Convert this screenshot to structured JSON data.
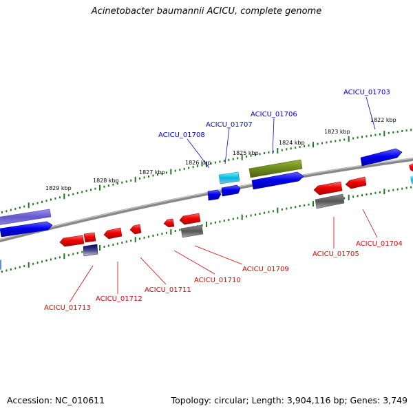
{
  "title": "Acinetobacter baumannii ACICU, complete genome",
  "footer": {
    "accession": "Accession: NC_010611",
    "topology": "Topology: circular; Length: 3,904,116 bp; Genes: 3,749"
  },
  "colors": {
    "backbone": "#7a7a7a",
    "tick": "#1a7a1a",
    "forward_label": "#0000cc",
    "reverse_label": "#dd0000"
  },
  "ticks": [
    {
      "label": "1829 kbp",
      "kbp": 1829
    },
    {
      "label": "1828 kbp",
      "kbp": 1828
    },
    {
      "label": "1827 kbp",
      "kbp": 1827
    },
    {
      "label": "1826 kbp",
      "kbp": 1826
    },
    {
      "label": "1825 kbp",
      "kbp": 1825
    },
    {
      "label": "1824 kbp",
      "kbp": 1824
    },
    {
      "label": "1823 kbp",
      "kbp": 1823
    },
    {
      "label": "1822 kbp",
      "kbp": 1822
    }
  ],
  "forward_labels": [
    "ACICU_01703",
    "ACICU_01706",
    "ACICU_01707",
    "ACICU_01708"
  ],
  "reverse_labels": [
    "ACICU_01704",
    "ACICU_01705",
    "ACICU_01709",
    "ACICU_01710",
    "ACICU_01711",
    "ACICU_01712",
    "ACICU_01713"
  ]
}
